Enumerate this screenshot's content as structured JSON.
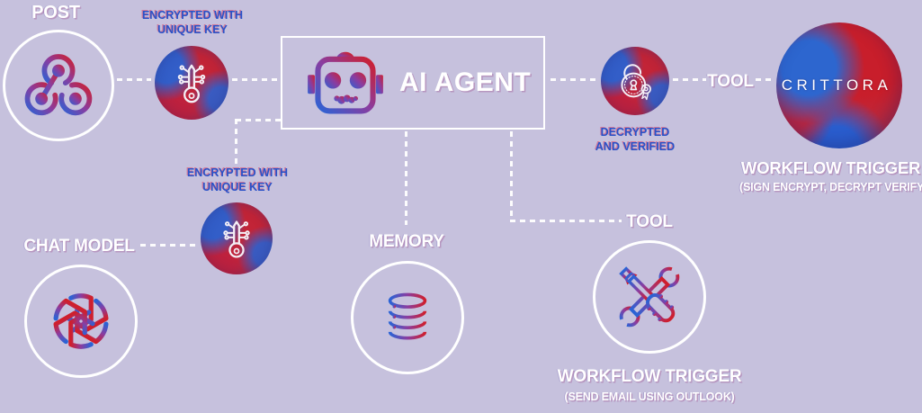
{
  "palette": {
    "background": "#c6c1dd",
    "label_blue": "#2a52c8",
    "label_white": "#ffffff",
    "icon_blue": "#2b63d5",
    "icon_red": "#cf1f2d"
  },
  "nodes": {
    "post": {
      "label": "POST",
      "icon": "webhook-icon"
    },
    "encrypted_top": {
      "line1": "ENCRYPTED WITH",
      "line2": "UNIQUE KEY",
      "icon": "digital-key-icon"
    },
    "ai_agent": {
      "label": "AI AGENT",
      "icon": "robot-icon"
    },
    "decrypted": {
      "line1": "DECRYPTED",
      "line2": "AND VERIFIED",
      "icon": "lock-certificate-icon"
    },
    "tool_link_top": {
      "label": "TOOL"
    },
    "crittora": {
      "label": "CRITTORA",
      "caption1": "WORKFLOW TRIGGER",
      "caption2": "(SIGN ENCRYPT, DECRYPT VERIFY)",
      "icon": "crittora-sphere-logo"
    },
    "encrypted_bottom": {
      "line1": "ENCRYPTED WITH",
      "line2": "UNIQUE KEY",
      "icon": "digital-key-icon"
    },
    "chat_model": {
      "label": "CHAT MODEL",
      "icon": "openai-icon"
    },
    "memory": {
      "label": "MEMORY",
      "icon": "database-icon"
    },
    "tool_bottom": {
      "label": "TOOL",
      "caption1": "WORKFLOW TRIGGER",
      "caption2": "(SEND EMAIL USING OUTLOOK)",
      "icon": "tools-icon"
    }
  }
}
